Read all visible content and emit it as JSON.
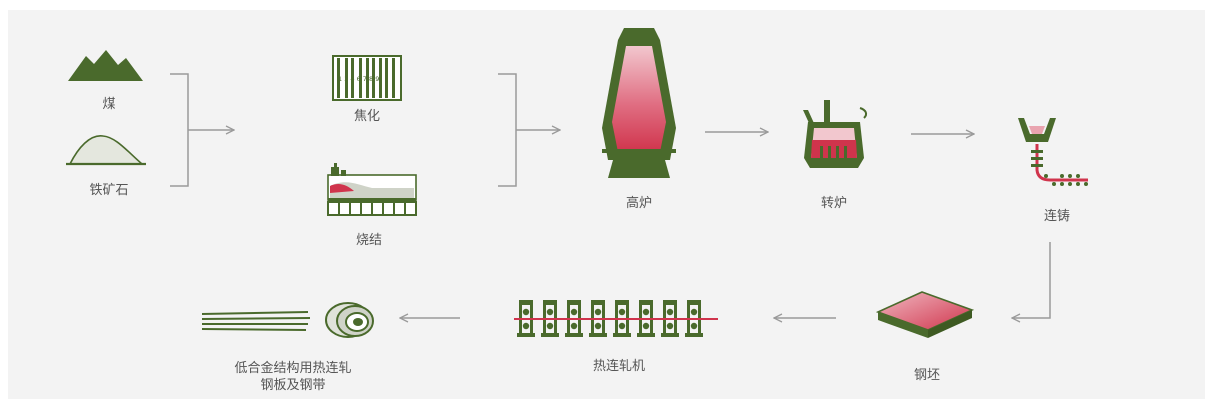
{
  "colors": {
    "green": "#4a6a2c",
    "green_dark": "#3e5a22",
    "red": "#d0344c",
    "pink": "#e9a4af",
    "grey_line": "#9a9a9a",
    "text": "#555555",
    "background": "#f3f3f3"
  },
  "icons": {
    "coal": "mountain-icon",
    "iron_ore": "ore-pile-icon",
    "coking": "coke-oven-icon",
    "sintering": "sinter-machine-icon",
    "blast_furnace": "blast-furnace-icon",
    "converter": "converter-icon",
    "casting": "continuous-caster-icon",
    "billet": "steel-slab-icon",
    "rolling": "rolling-mill-icon",
    "product": "steel-coil-icon"
  },
  "steps": {
    "coal": "煤",
    "iron_ore": "铁矿石",
    "coking": "焦化",
    "coke_oven_numbers": "1 3 4 6 7 8 9",
    "sintering": "烧结",
    "blast_furnace": "高炉",
    "converter": "转炉",
    "continuous_casting": "连铸",
    "billet": "钢坯",
    "hot_rolling_mill": "热连轧机",
    "product_line1": "低合金结构用热连轧",
    "product_line2": "钢板及钢带"
  }
}
